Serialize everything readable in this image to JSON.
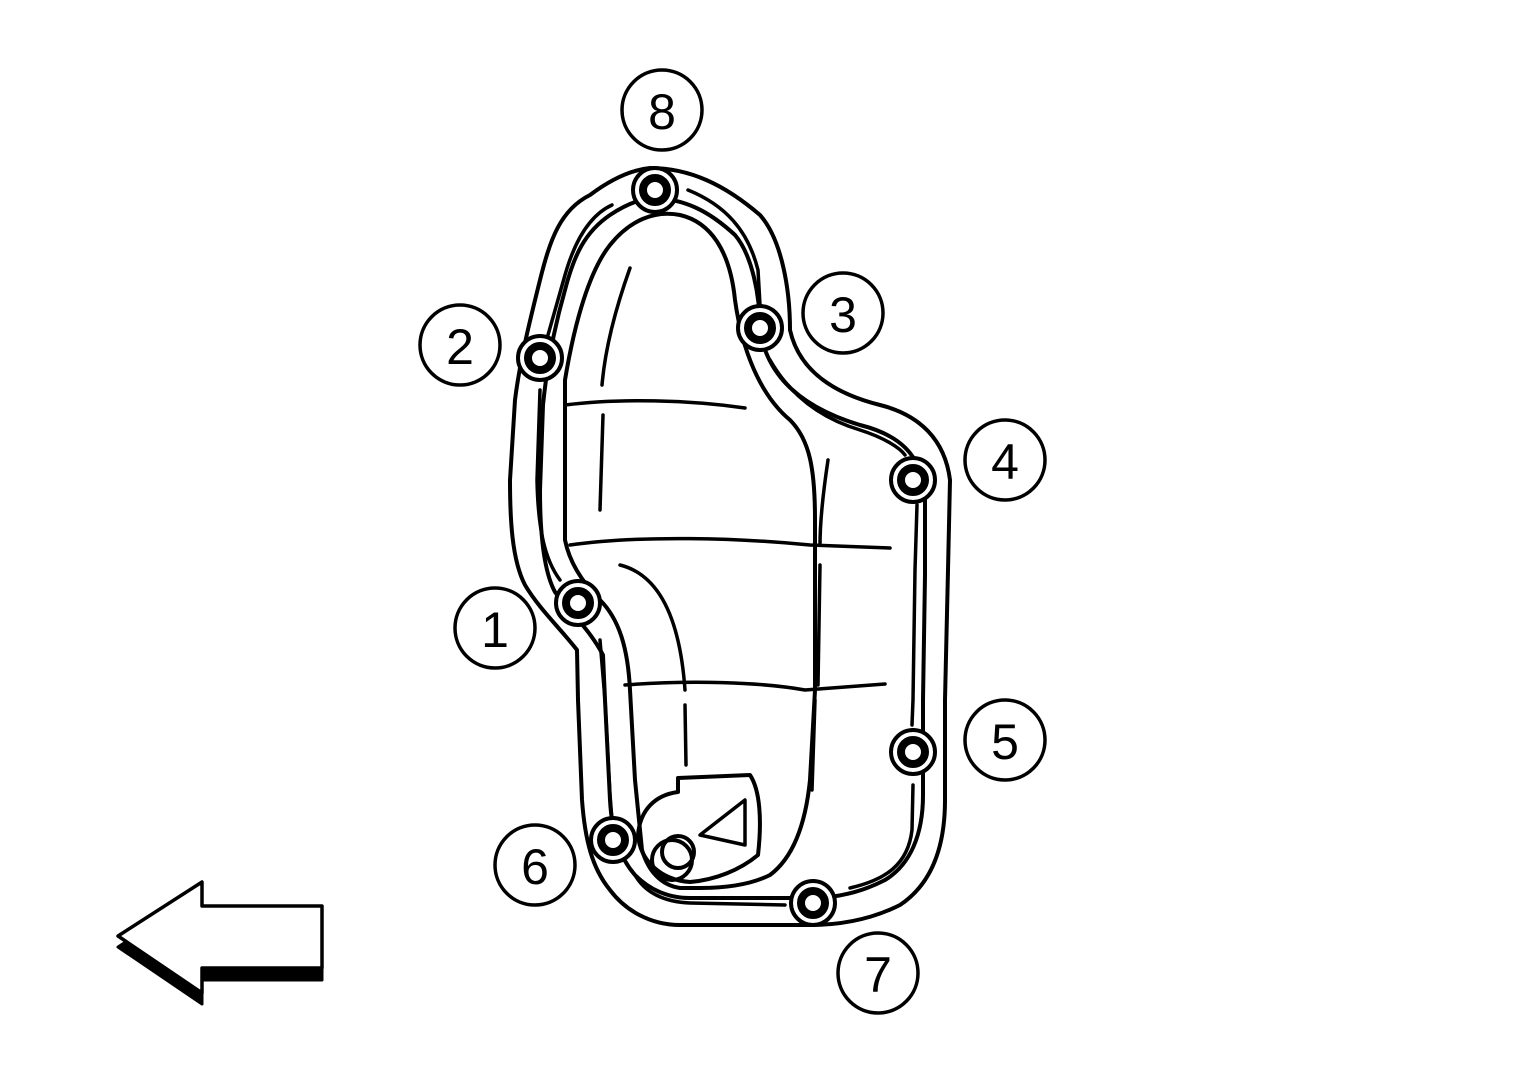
{
  "diagram": {
    "callouts": [
      {
        "label": "1",
        "description": "bolt"
      },
      {
        "label": "2",
        "description": "bolt"
      },
      {
        "label": "3",
        "description": "bolt"
      },
      {
        "label": "4",
        "description": "bolt"
      },
      {
        "label": "5",
        "description": "bolt"
      },
      {
        "label": "6",
        "description": "bolt"
      },
      {
        "label": "7",
        "description": "bolt"
      },
      {
        "label": "8",
        "description": "bolt"
      }
    ],
    "direction_icon": "left-arrow-icon",
    "colors": {
      "line": "#000000",
      "background": "#ffffff"
    }
  }
}
